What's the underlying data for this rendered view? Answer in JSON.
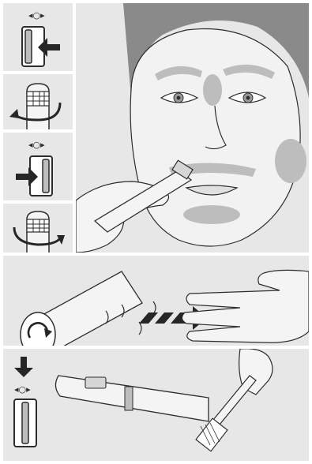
{
  "instructions": {
    "steps": [
      {
        "id": "step-1",
        "subject": "switch-to-left-and-unlock-cap",
        "switch_direction": "left",
        "rotation": "counter-clockwise"
      },
      {
        "id": "step-2",
        "subject": "switch-to-right-and-lock-cap",
        "switch_direction": "right",
        "rotation": "clockwise"
      },
      {
        "id": "step-3",
        "subject": "face-trimming-zones",
        "zones": [
          "eyebrows",
          "nose",
          "upper-lip",
          "chin",
          "cheeks"
        ]
      },
      {
        "id": "step-4",
        "subject": "tap-head-to-remove-hair",
        "rotation": "clockwise"
      },
      {
        "id": "step-5",
        "subject": "switch-off-and-brush-clean",
        "switch_direction": "down"
      }
    ],
    "switch_symbols": {
      "left": "◂",
      "middle": "○",
      "right": "▸"
    }
  },
  "colors": {
    "panel_bg": "#e7e7e7",
    "zone_highlight": "#bdbdbd",
    "outline": "#2d2d2d",
    "accent_dark": "#262626",
    "device_body": "#f4f4f4"
  }
}
